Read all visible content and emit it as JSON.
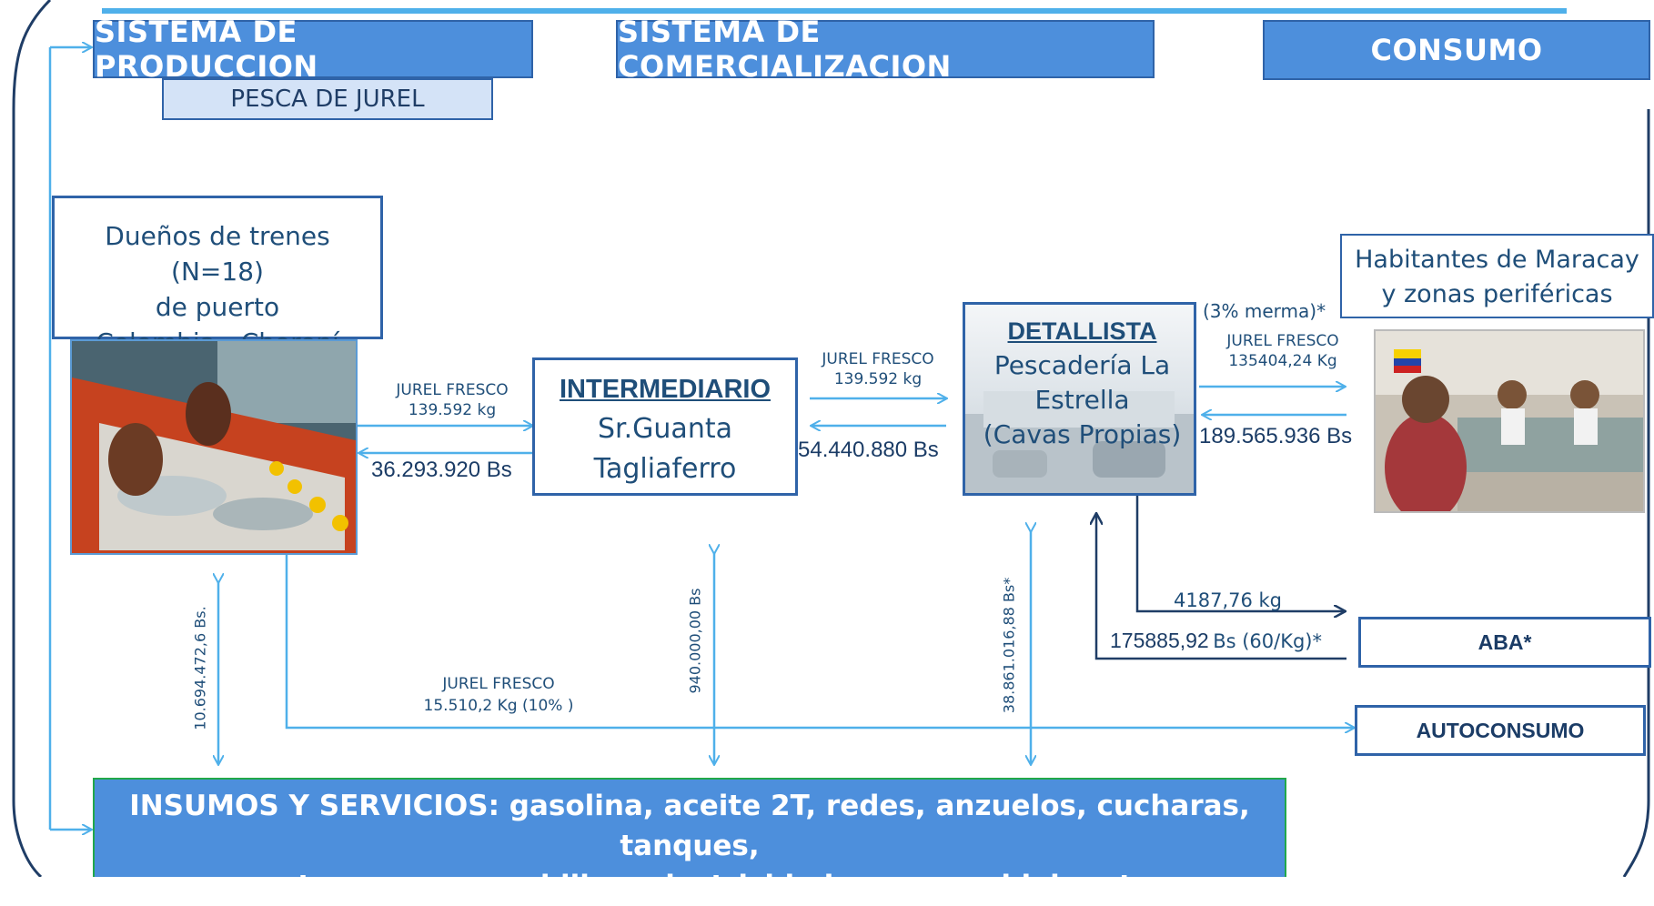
{
  "headers": {
    "production": "SISTEMA DE  PRODUCCION",
    "production_sub": "PESCA DE JUREL",
    "commercial": "SISTEMA DE COMERCIALIZACION",
    "consumption": "CONSUMO"
  },
  "producers": {
    "line1": "Dueños de trenes (N=18)",
    "line2": "de puerto",
    "line3": "Colombia - Choroní"
  },
  "intermediary": {
    "title": "INTERMEDIARIO",
    "line1": "Sr.Guanta",
    "line2": "Tagliaferro"
  },
  "retailer": {
    "title": "DETALLISTA",
    "line1": "Pescadería La",
    "line2": "Estrella",
    "line3": "(Cavas Propias)"
  },
  "consumers": {
    "line1": "Habitantes de Maracay",
    "line2": "y zonas periféricas"
  },
  "flows": {
    "prod_to_inter_product": "JUREL FRESCO",
    "prod_to_inter_qty": "139.592  kg",
    "inter_to_prod_money": "36.293.920 Bs",
    "inter_to_ret_product": "JUREL FRESCO",
    "inter_to_ret_qty": "139.592  kg",
    "ret_to_inter_money": "54.440.880 Bs",
    "merma": "(3% merma)*",
    "ret_to_cons_product": "JUREL FRESCO",
    "ret_to_cons_qty": "135404,24  Kg",
    "cons_to_ret_money": "189.565.936 Bs",
    "aba_qty": "4187,76  kg",
    "aba_money_value": "175885,92",
    "aba_money_unit": "Bs (60/Kg)*",
    "auto_product": "JUREL FRESCO",
    "auto_qty": "15.510,2 Kg  (10% )",
    "insumos_prod": "10.694.472,6 Bs.",
    "insumos_inter": "940.000,00  Bs",
    "insumos_ret": "38.861.016,88  Bs*"
  },
  "aba": "ABA*",
  "autoconsumo": "AUTOCONSUMO",
  "insumos": {
    "line1": "INSUMOS Y SERVICIOS: gasolina, aceite 2T, redes, anzuelos, cucharas, tanques,",
    "line2": "mecates, remos, cuchillos, electricidad, neveras, hielo, otro"
  },
  "colors": {
    "header_fill": "#4d8fdc",
    "border_blue": "#2f63a8",
    "arrow_light": "#4fb0ea",
    "arrow_dark": "#1f3d66"
  }
}
